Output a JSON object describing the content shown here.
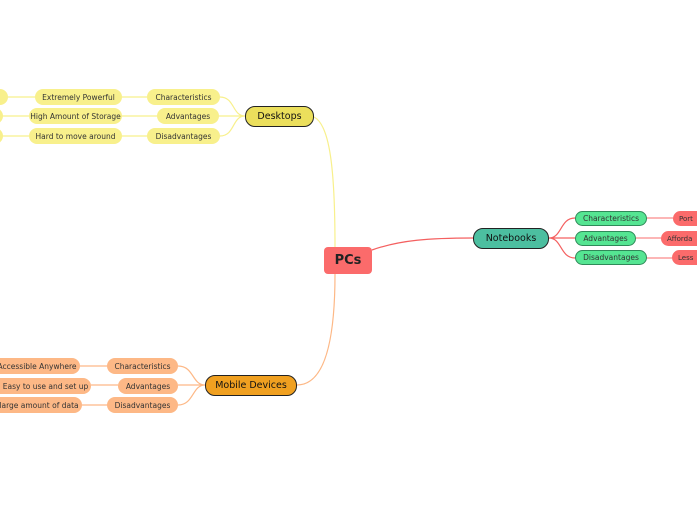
{
  "root": {
    "label": "PCs",
    "color": "#fb6b6b"
  },
  "branches": {
    "desktops": {
      "label": "Desktops",
      "color": "#ebdf5c",
      "items": [
        {
          "label": "Characteristics",
          "detail": "Extremely Powerful"
        },
        {
          "label": "Advantages",
          "detail": "High Amount of Storage"
        },
        {
          "label": "Disadvantages",
          "detail": "Hard to move around"
        }
      ]
    },
    "notebooks": {
      "label": "Notebooks",
      "color": "#4cbfa0",
      "items": [
        {
          "label": "Characteristics",
          "detail": "Port"
        },
        {
          "label": "Advantages",
          "detail": "Afforda"
        },
        {
          "label": "Disadvantages",
          "detail": "Less"
        }
      ]
    },
    "mobile": {
      "label": "Mobile Devices",
      "color": "#f0a020",
      "items": [
        {
          "label": "Characteristics",
          "detail": "Accessible Anywhere"
        },
        {
          "label": "Advantages",
          "detail": "Easy to use and set up"
        },
        {
          "label": "Disadvantages",
          "detail": "large amount of data"
        }
      ]
    }
  }
}
